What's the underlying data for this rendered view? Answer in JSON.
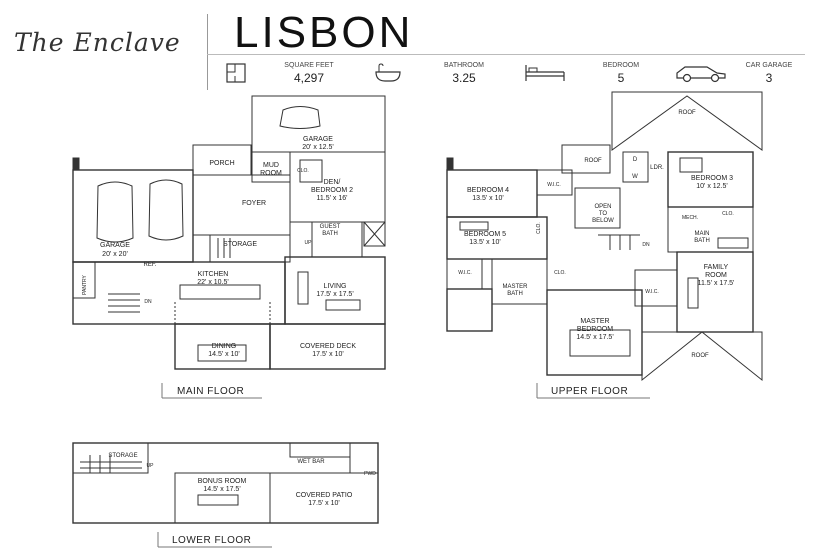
{
  "header": {
    "brand": "The Enclave",
    "title": "LISBON",
    "stats": [
      {
        "label": "SQUARE FEET",
        "value": "4,297",
        "icon": "floorplan-icon"
      },
      {
        "label": "BATHROOM",
        "value": "3.25",
        "icon": "bathtub-icon"
      },
      {
        "label": "BEDROOM",
        "value": "5",
        "icon": "bed-icon"
      },
      {
        "label": "CAR GARAGE",
        "value": "3",
        "icon": "car-icon"
      }
    ]
  },
  "floors": {
    "main": "MAIN FLOOR",
    "upper": "UPPER FLOOR",
    "lower": "LOWER FLOOR"
  },
  "main_rooms": {
    "garage_top": {
      "name": "GARAGE",
      "dim": "20' x 12.5'"
    },
    "porch": "PORCH",
    "mud": "MUD",
    "mud2": "ROOM",
    "clo1": "CLO.",
    "den": {
      "name": "DEN/",
      "name2": "BEDROOM 2",
      "dim": "11.5' x 16'"
    },
    "foyer": "FOYER",
    "garage_left": {
      "name": "GARAGE",
      "dim": "20' x 20'"
    },
    "storage": "STORAGE",
    "guest": "GUEST",
    "guest2": "BATH",
    "ref": "REF.",
    "kitchen": {
      "name": "KITCHEN",
      "dim": "22' x 10.5'"
    },
    "pantry": "PANTRY",
    "living": {
      "name": "LIVING",
      "dim": "17.5' x 17.5'"
    },
    "dining": {
      "name": "DINING",
      "dim": "14.5' x 10'"
    },
    "deck": {
      "name": "COVERED DECK",
      "dim": "17.5' x 10'"
    },
    "dn": "DN",
    "up": "UP"
  },
  "upper_rooms": {
    "roof_top": "ROOF",
    "roof_mid": "ROOF",
    "roof_bottom": "ROOF",
    "ldr": "LDR.",
    "d": "D",
    "w": "W",
    "bed3": {
      "name": "BEDROOM 3",
      "dim": "10' x 12.5'"
    },
    "bed4": {
      "name": "BEDROOM 4",
      "dim": "13.5' x 10'"
    },
    "wic1": "W.I.C.",
    "open": "OPEN",
    "open2": "TO",
    "open3": "BELOW",
    "mech": "MECH.",
    "clo_a": "CLO.",
    "clo_b": "CLO.",
    "bed5": {
      "name": "BEDROOM 5",
      "dim": "13.5' x 10'"
    },
    "main_bath": "MAIN",
    "main_bath2": "BATH",
    "wic2": "W.I.C.",
    "clo_c": "CLO.",
    "family": {
      "name": "FAMILY",
      "name2": "ROOM",
      "dim": "11.5' x 17.5'"
    },
    "master_bath": "MASTER",
    "master_bath2": "BATH",
    "wic3": "W.I.C.",
    "master": {
      "name": "MASTER",
      "name2": "BEDROOM",
      "dim": "14.5' x 17.5'"
    },
    "dn": "DN"
  },
  "lower_rooms": {
    "storage": "STORAGE",
    "wetbar": "WET BAR",
    "pwd": "PWD",
    "bonus": {
      "name": "BONUS ROOM",
      "dim": "14.5' x 17.5'"
    },
    "patio": {
      "name": "COVERED PATIO",
      "dim": "17.5' x 10'"
    },
    "up": "UP"
  }
}
